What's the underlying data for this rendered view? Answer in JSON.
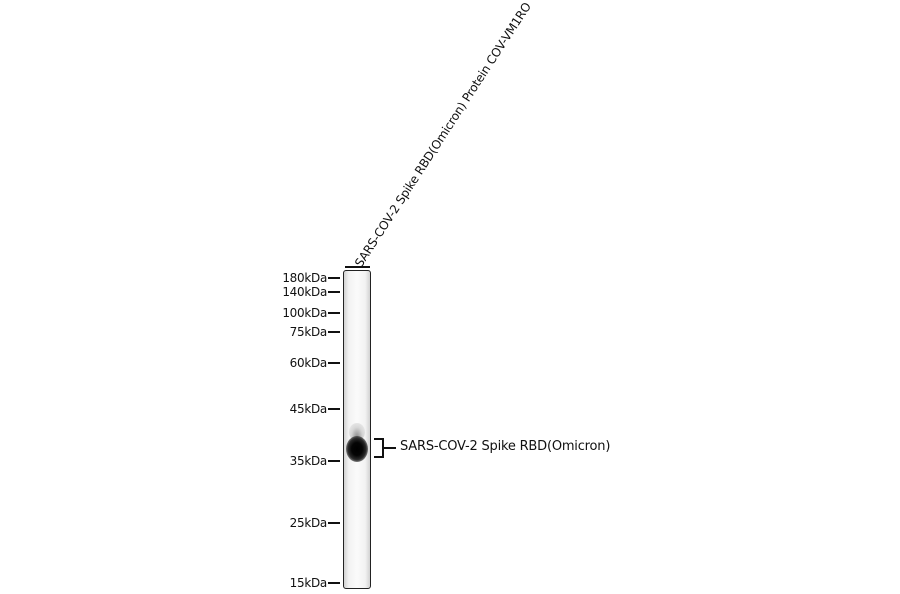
{
  "lane": {
    "sample_label": "SARS-COV-2 Spike RBD(Omicron) Protein COV-VM1RO"
  },
  "markers": [
    {
      "label": "180kDa"
    },
    {
      "label": "140kDa"
    },
    {
      "label": "100kDa"
    },
    {
      "label": "75kDa"
    },
    {
      "label": "60kDa"
    },
    {
      "label": "45kDa"
    },
    {
      "label": "35kDa"
    },
    {
      "label": "25kDa"
    },
    {
      "label": "15kDa"
    }
  ],
  "band": {
    "label": "SARS-COV-2 Spike RBD(Omicron)"
  }
}
